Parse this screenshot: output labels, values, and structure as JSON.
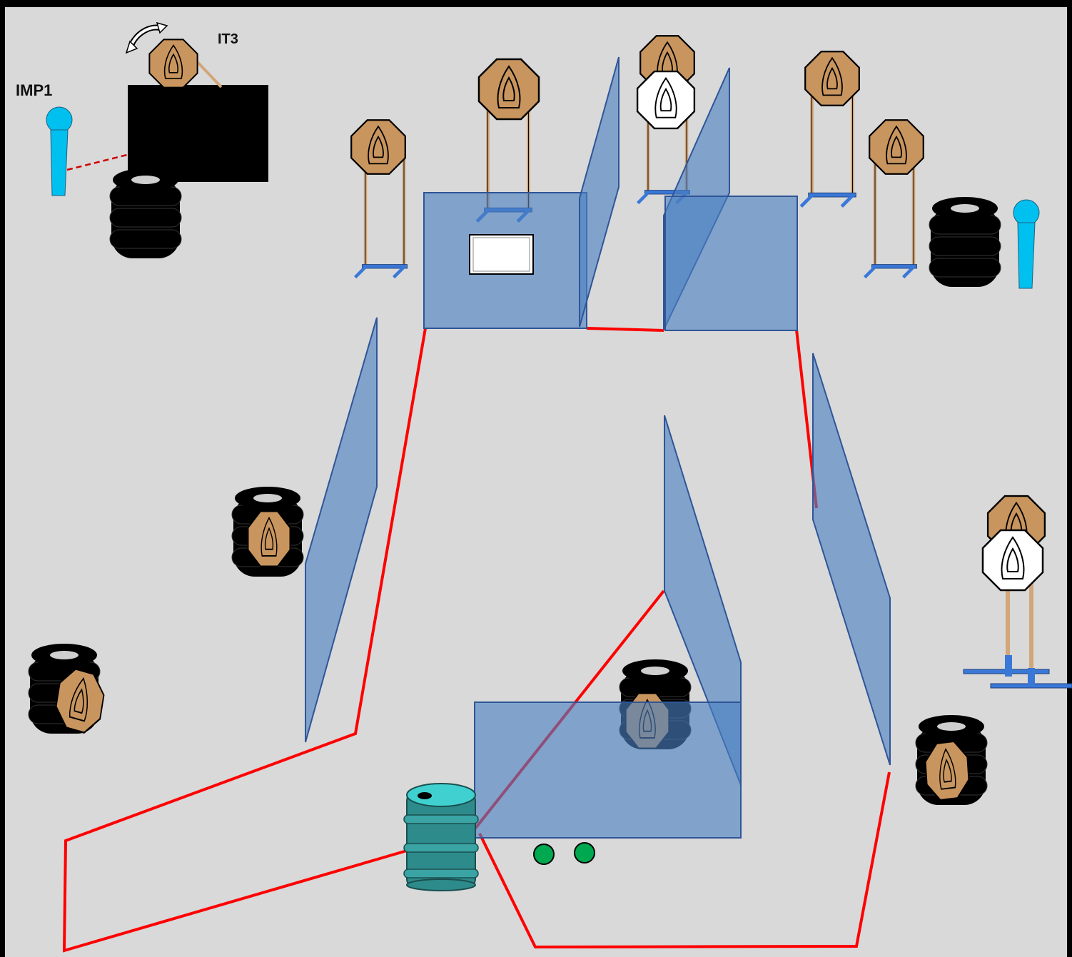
{
  "header": {
    "title": ""
  },
  "labels": {
    "imp1": "IMP1",
    "it3": "IT3"
  },
  "colors": {
    "background": "#d9d9d9",
    "frame": "#000000",
    "wall_fill": "#4a7fc1",
    "wall_stroke": "#2f5597",
    "fault_line": "#ff0000",
    "target_tan": "#c9955e",
    "target_white": "#ffffff",
    "tire": "#000000",
    "barrel": "#2e8b8b",
    "popper": "#00c0f0",
    "start_marker": "#00a850",
    "stand": "#3a78d8"
  },
  "legend_items": {
    "shoot_target": "tan-paper-target",
    "no_shoot_target": "white-paper-target",
    "wall": "blue-panel-wall",
    "fault_line": "red-fault-line",
    "barrel": "teal-drum",
    "popper": "blue-popper",
    "start_position": "green-dots"
  }
}
